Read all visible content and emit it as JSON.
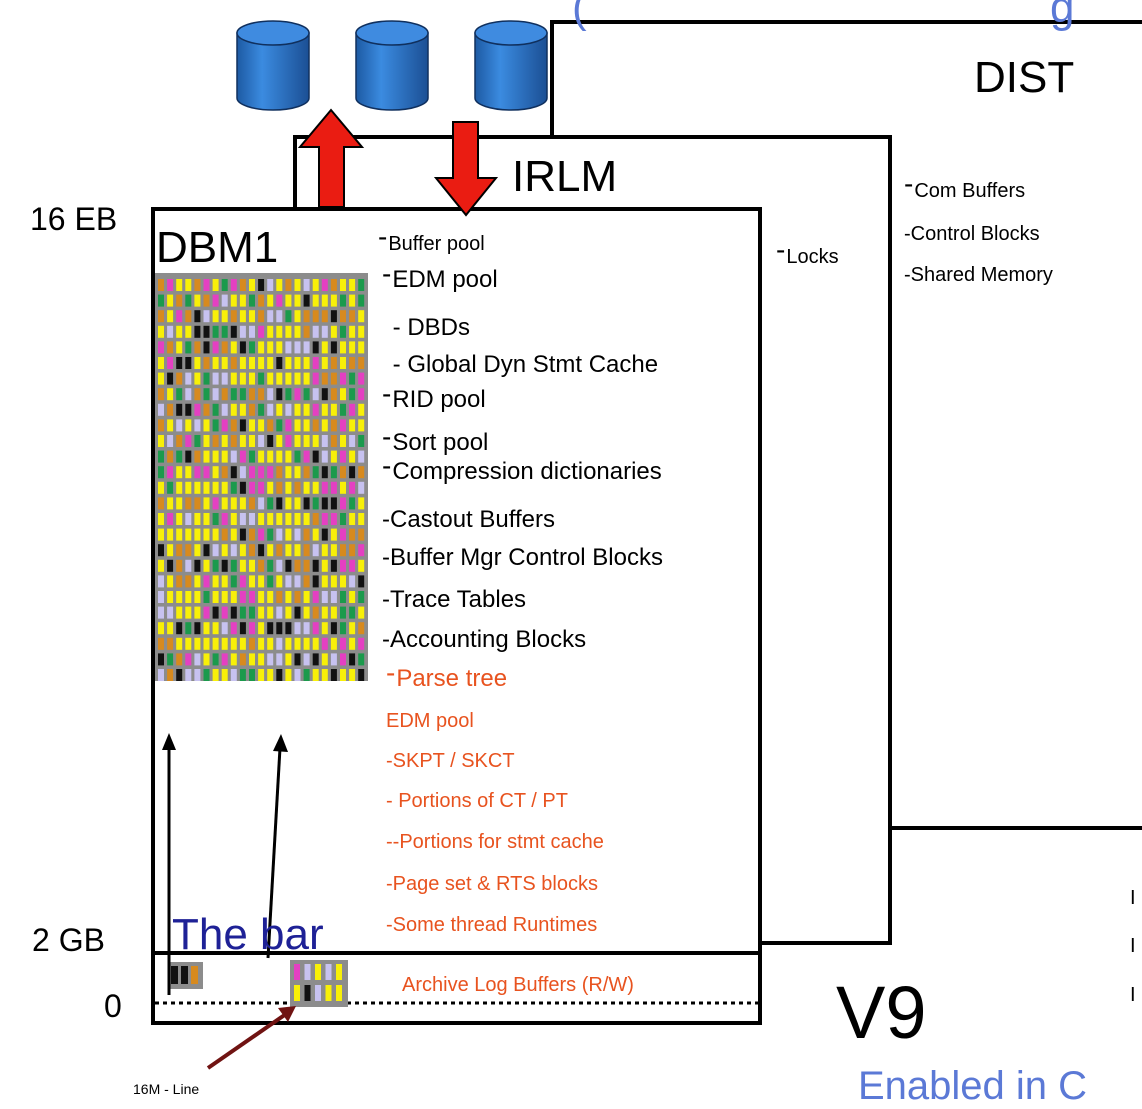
{
  "header": {
    "partial_title_left": "(",
    "partial_title_right": "g"
  },
  "regions": {
    "dist": "DIST",
    "irlm": "IRLM",
    "dbm1": "DBM1",
    "the_bar": "The bar",
    "version": "V9",
    "enabled_text": "Enabled in C"
  },
  "address_labels": {
    "top": "16 EB",
    "bar": "2 GB",
    "zero": "0",
    "line_16m": "16M - Line"
  },
  "dist_items": [
    "Com Buffers",
    "-Control Blocks",
    "-Shared Memory"
  ],
  "irlm_items": [
    "Locks"
  ],
  "above_bar_items": [
    "Buffer pool",
    "EDM pool",
    " - DBDs",
    " - Global Dyn Stmt Cache",
    "RID pool",
    "Sort pool",
    "Compression dictionaries",
    "-Castout Buffers",
    "-Buffer Mgr Control Blocks",
    "-Trace Tables",
    "-Accounting Blocks",
    "Parse tree"
  ],
  "below_region_items": [
    "EDM pool",
    "-SKPT / SKCT",
    "- Portions of CT / PT",
    "--Portions for stmt cache",
    "-Page set & RTS blocks",
    "-Some thread Runtimes"
  ],
  "below_bar_items": [
    "Archive Log Buffers (R/W)"
  ],
  "right_fragments": [
    "I",
    "I",
    "I"
  ],
  "colors": {
    "title_blue": "#5b79d6",
    "dark_blue": "#1e2196",
    "orange_text": "#e8531f",
    "disk_blue": "#2a73c4",
    "red_arrow": "#ea1c12",
    "grid_gray": "#8c8c8c",
    "pointer_arrow": "#701312",
    "cell_yellow": "#f8f008",
    "cell_orange": "#d78a1e",
    "cell_pink": "#e440c2",
    "cell_lavender": "#c7c2f0",
    "cell_black": "#111111",
    "cell_green": "#1b9a4c"
  }
}
